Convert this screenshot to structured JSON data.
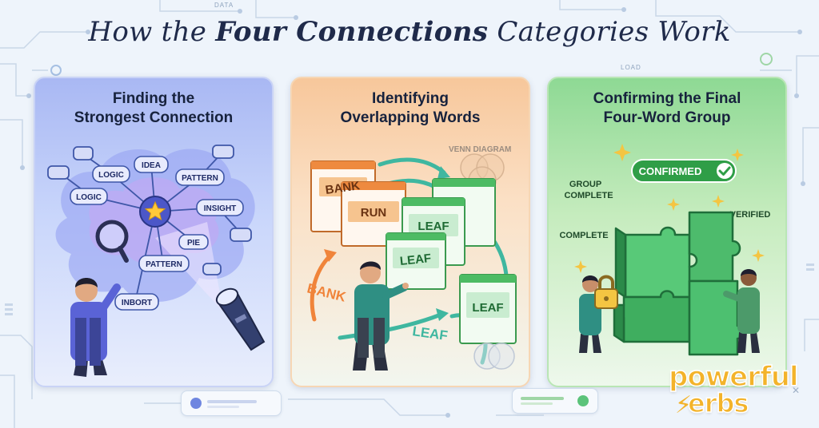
{
  "page": {
    "title_pre": "How the ",
    "title_bold": "Four Connections",
    "title_post": " Categories Work",
    "top_label_data": "DATA",
    "top_label_load": "LOAD"
  },
  "panels": [
    {
      "heading_line1": "Finding the",
      "heading_line2": "Strongest Connection",
      "nodes": [
        "LOGIC",
        "IDEA",
        "PATTERN",
        "LOGIC",
        "INSIGHT",
        "PIE",
        "PATTERN",
        "INBORT"
      ]
    },
    {
      "heading_line1": "Identifying",
      "heading_line2": "Overlapping Words",
      "venn_label": "VENN DIAGRAM",
      "cards": [
        "BANK",
        "RUN",
        "LEAF",
        "LEAF",
        "LEAF"
      ],
      "floating_words": [
        "BANK",
        "LEAF"
      ]
    },
    {
      "heading_line1": "Confirming the Final",
      "heading_line2": "Four-Word Group",
      "badge": "CONFIRMED",
      "labels": [
        "GROUP",
        "COMPLETE",
        "VERIFIED",
        "COMPLETE"
      ]
    }
  ],
  "logo": {
    "line1": "powerful",
    "line2": "erbs"
  },
  "colors": {
    "panel1": "#a9b8f3",
    "panel2": "#f7c79b",
    "panel3": "#8ed994",
    "title": "#1f2a4a",
    "logo": "#f3b32a",
    "badge": "#2f9e47"
  },
  "icons": [
    "magnifier-icon",
    "star-icon",
    "flashlight-icon",
    "check-icon",
    "lock-icon",
    "puzzle-icon",
    "sparkle-icon",
    "close-icon"
  ]
}
